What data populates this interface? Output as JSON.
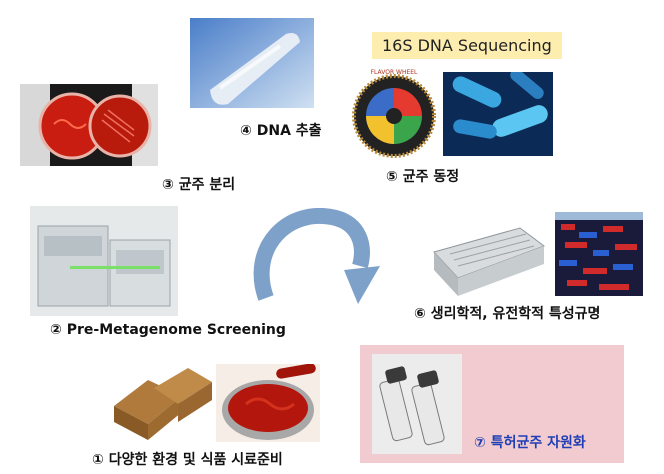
{
  "banner": {
    "text": "16S DNA Sequencing"
  },
  "steps": {
    "s1": "① 다양한 환경 및 식품 시료준비",
    "s2": "② Pre-Metagenome Screening",
    "s3": "③ 균주 분리",
    "s4": "④ DNA 추출",
    "s5": "⑤ 균주 동정",
    "s6": "⑥ 생리학적, 유전학적 특성규명",
    "s7": "⑦ 특허균주 자원화"
  },
  "flavor_wheel": {
    "label": "FLAVOR WHEEL"
  },
  "colors": {
    "highlight_box": "#f2cbd0",
    "banner_bg": "#fdeeb0",
    "arrow": "#7da1c9",
    "step7_text": "#1f3fb5"
  },
  "icons": {
    "arrow": "circular-arrow-icon",
    "wheel": "flavor-wheel-icon"
  }
}
